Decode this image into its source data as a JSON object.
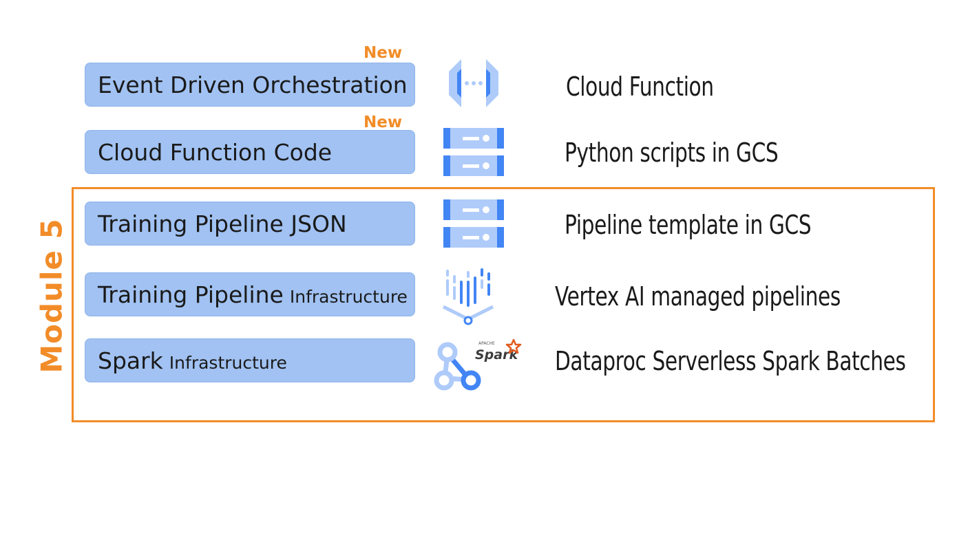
{
  "module": {
    "label": "Module 5"
  },
  "layers": [
    {
      "label": "Event Driven Orchestration",
      "sub": "",
      "badge": "New",
      "description": "Cloud Function",
      "icon": "cloud-functions-icon"
    },
    {
      "label": "Cloud Function Code",
      "sub": "",
      "badge": "New",
      "description": "Python scripts in GCS",
      "icon": "cloud-storage-icon"
    },
    {
      "label": "Training Pipeline JSON",
      "sub": "",
      "badge": "",
      "description": "Pipeline template in GCS",
      "icon": "cloud-storage-icon"
    },
    {
      "label": "Training Pipeline",
      "sub": "Infrastructure",
      "badge": "",
      "description": "Vertex AI managed pipelines",
      "icon": "vertex-ai-icon"
    },
    {
      "label": "Spark",
      "sub": "Infrastructure",
      "badge": "",
      "description": "Dataproc Serverless Spark Batches",
      "icon": "dataproc-spark-icon"
    }
  ],
  "icons": {
    "spark_logo_text": "Spark",
    "spark_logo_small": "APACHE"
  },
  "colors": {
    "accent": "#f28c28",
    "layer_fill": "#a1c2f2",
    "icon_blue_dark": "#4285f4",
    "icon_blue_light": "#aecbfa"
  }
}
